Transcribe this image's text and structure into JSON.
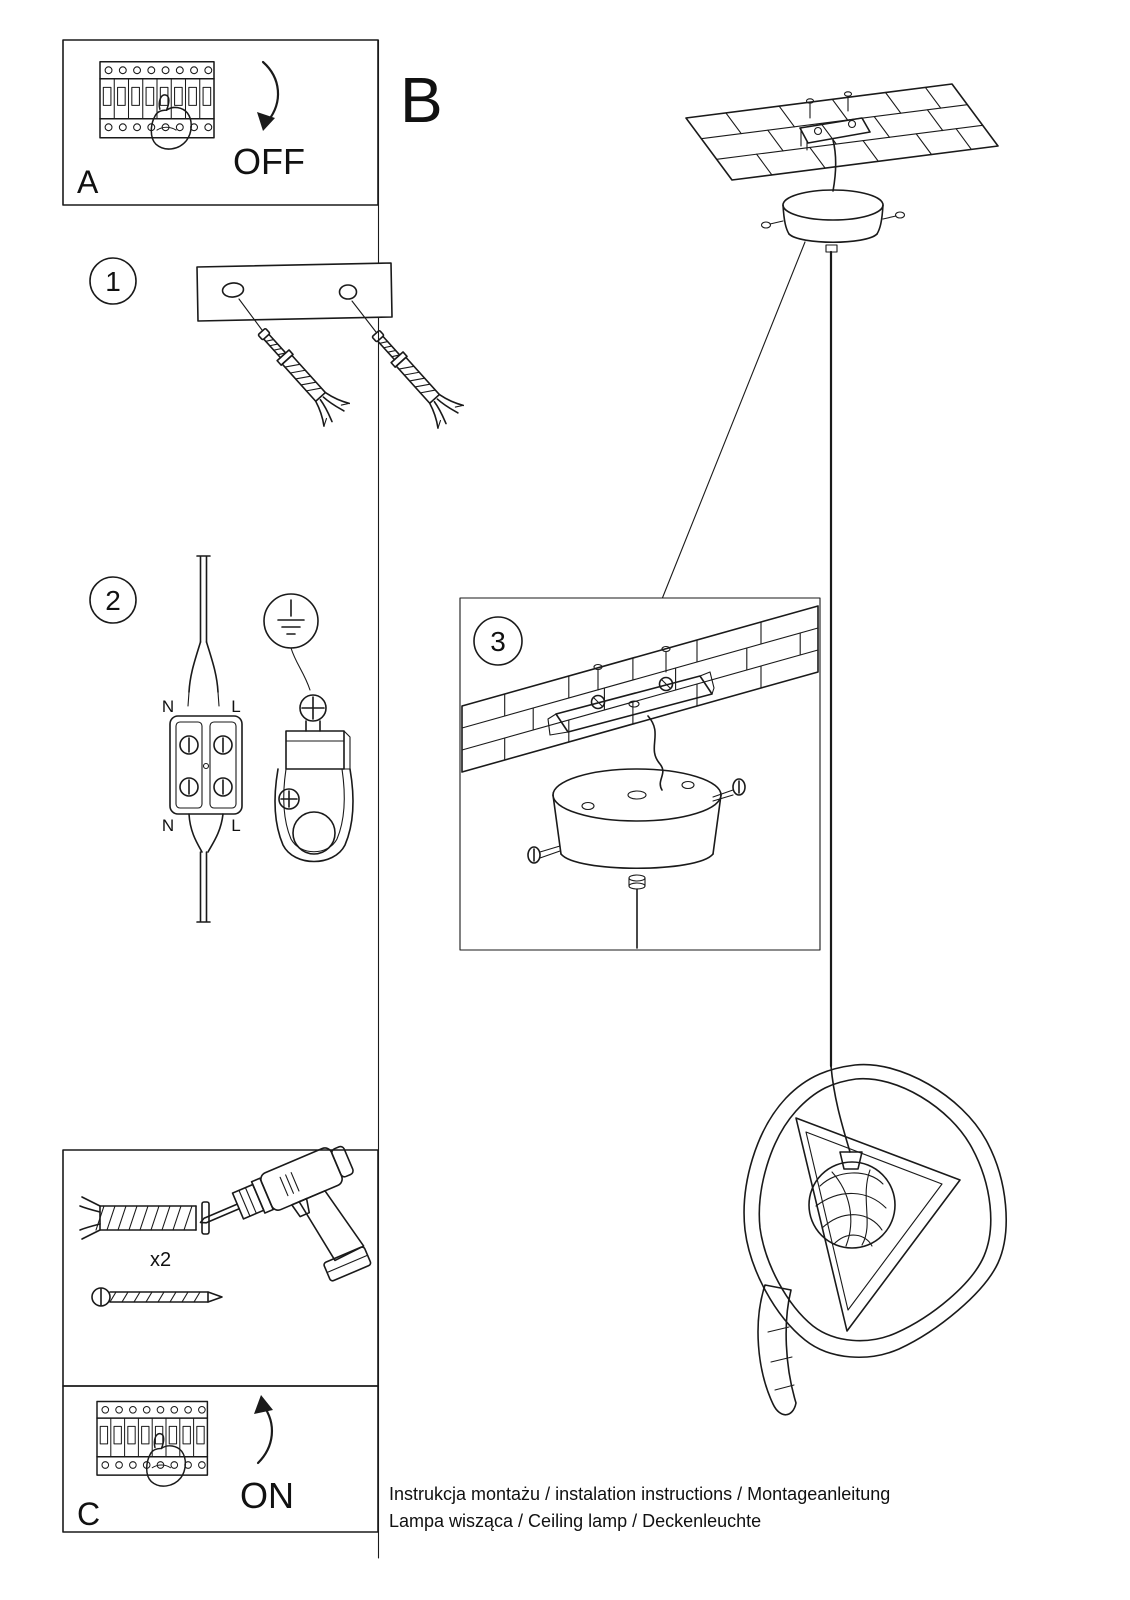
{
  "colors": {
    "line": "#1a1a1a",
    "background": "#ffffff"
  },
  "sections": {
    "a": {
      "label": "A",
      "action": "OFF"
    },
    "b": {
      "label": "B"
    },
    "c": {
      "label": "C",
      "action": "ON"
    }
  },
  "steps": {
    "s1": "1",
    "s2": "2",
    "s3": "3"
  },
  "wiring": {
    "n_top": "N",
    "l_top": "L",
    "n_bottom": "N",
    "l_bottom": "L"
  },
  "tools": {
    "anchor_count": "x2"
  },
  "footer": {
    "line1": "Instrukcja montażu / instalation instructions / Montageanleitung",
    "line2": "Lampa wisząca / Ceiling lamp  / Deckenleuchte"
  }
}
